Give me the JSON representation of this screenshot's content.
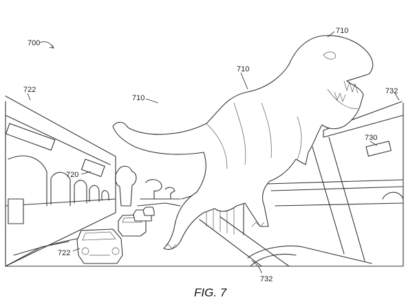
{
  "caption": "FIG. 7",
  "labels": {
    "figure": "700",
    "creature_head": "710",
    "creature_back": "710",
    "creature_tail": "710",
    "building_left": "722",
    "building_left_sidewalk": "722",
    "sign_left": "720",
    "sign_right": "730",
    "building_right": "732",
    "road_right": "732"
  }
}
